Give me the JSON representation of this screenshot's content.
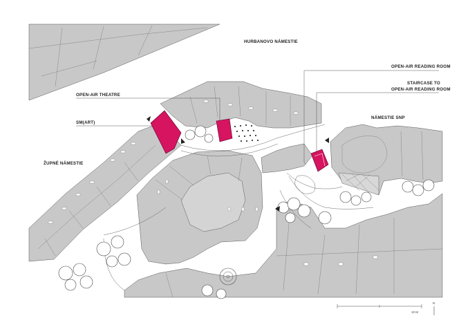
{
  "map": {
    "labels": {
      "hurbanovo": "HURBANOVO NÁMESTIE",
      "open_air_reading_room": "OPEN-AIR READING ROOM",
      "staircase_line1": "STAIRCASE TO",
      "staircase_line2": "OPEN-AIR READING ROOM",
      "open_air_theatre": "OPEN-AIR THEATRE",
      "smart": "SM(ART)",
      "namestie_snp": "NÁMESTIE SNP",
      "zupne": "ŽUPNÉ NÁMESTIE"
    },
    "scale_label": "10 M",
    "north_label": "N",
    "colors": {
      "highlight": "#d6145f",
      "building": "#c8c8c8",
      "background": "#ffffff",
      "linework": "#555555"
    }
  }
}
